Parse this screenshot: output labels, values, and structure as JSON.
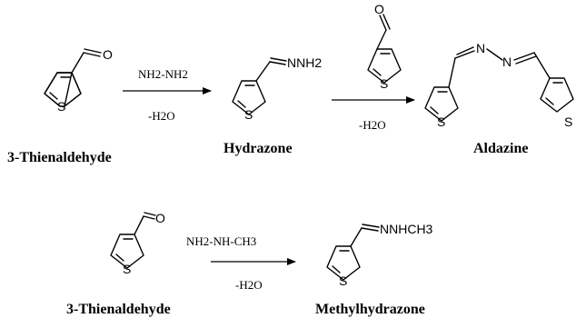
{
  "scheme": {
    "reaction1": {
      "reactant_name": "3-Thienaldehyde",
      "reactant_atoms": {
        "o": "O",
        "s": "S"
      },
      "reagent_top": "NH2-NH2",
      "reagent_bottom": "-H2O",
      "intermediate_name": "Hydrazone",
      "intermediate_atoms": {
        "group": "NNH2",
        "s": "S"
      },
      "second_reactant_atoms": {
        "o": "O",
        "s": "S"
      },
      "second_condition": "-H2O",
      "product_name": "Aldazine",
      "product_atoms": {
        "n1": "N",
        "n2": "N",
        "s1": "S",
        "s2": "S"
      }
    },
    "reaction2": {
      "reactant_name": "3-Thienaldehyde",
      "reactant_atoms": {
        "o": "O",
        "s": "S"
      },
      "reagent_top": "NH2-NH-CH3",
      "reagent_bottom": "-H2O",
      "product_name": "Methylhydrazone",
      "product_atoms": {
        "group": "NNHCH3",
        "s": "S"
      }
    }
  }
}
